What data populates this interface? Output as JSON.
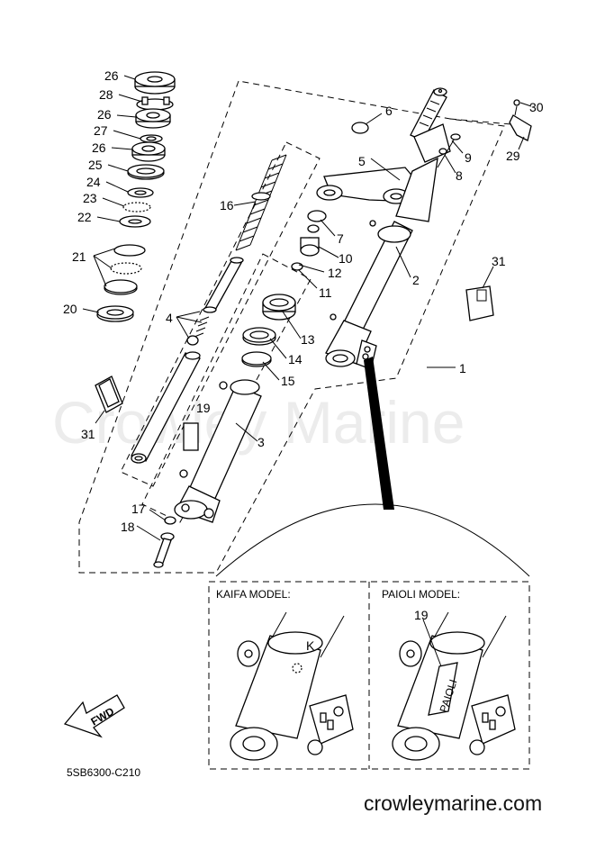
{
  "watermark": "Crowley Marine",
  "footer": {
    "site": "crowleymarine.com",
    "diagram_code": "5SB6300-C210"
  },
  "fwd_label": "FWD",
  "detail": {
    "kaifa_title": "KAIFA MODEL:",
    "paioli_title": "PAIOLI MODEL:",
    "kaifa_mark": "K",
    "paioli_mark": "PAIOLI",
    "paioli_callout": "19"
  },
  "callouts": {
    "c1": "1",
    "c2": "2",
    "c3": "3",
    "c4": "4",
    "c5": "5",
    "c6": "6",
    "c7": "7",
    "c8": "8",
    "c9": "9",
    "c10": "10",
    "c11": "11",
    "c12": "12",
    "c13": "13",
    "c14": "14",
    "c15": "15",
    "c16": "16",
    "c17": "17",
    "c18": "18",
    "c19": "19",
    "c20": "20",
    "c21": "21",
    "c22": "22",
    "c23": "23",
    "c24": "24",
    "c25": "25",
    "c26a": "26",
    "c26b": "26",
    "c26c": "26",
    "c27": "27",
    "c28": "28",
    "c29": "29",
    "c30": "30",
    "c31a": "31",
    "c31b": "31"
  }
}
